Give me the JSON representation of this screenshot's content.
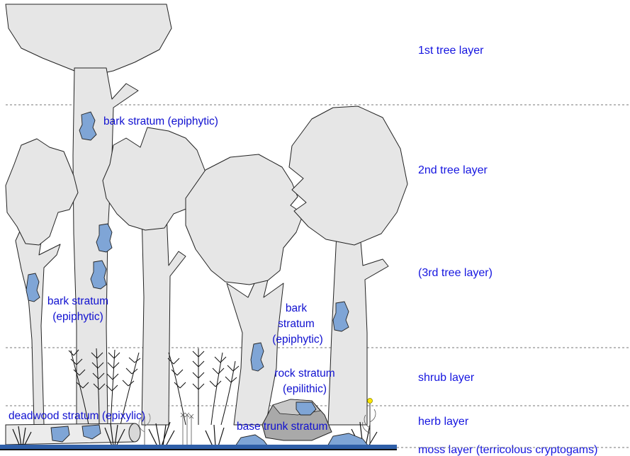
{
  "layers": {
    "tree1": "1st tree layer",
    "tree2": "2nd tree layer",
    "tree3": "(3rd tree layer)",
    "shrub": "shrub layer",
    "herb": "herb layer",
    "moss": "moss layer (terricolous cryptogams)"
  },
  "strata": {
    "bark_top": "bark stratum (epiphytic)",
    "bark_left_1": "bark stratum",
    "bark_left_2": "(epiphytic)",
    "bark_mid_1": "bark",
    "bark_mid_2": "stratum",
    "bark_mid_3": "(epiphytic)",
    "rock_1": "rock stratum",
    "rock_2": "(epilithic)",
    "deadwood": "deadwood stratum (epixylic)",
    "base_trunk": "base trunk stratum"
  },
  "colors": {
    "label_text": "#1010d0",
    "lichen": "#7fa5d6",
    "moss": "#2f5fa8",
    "canopy": "#e6e6e6",
    "rock": "#a9a9a9"
  }
}
